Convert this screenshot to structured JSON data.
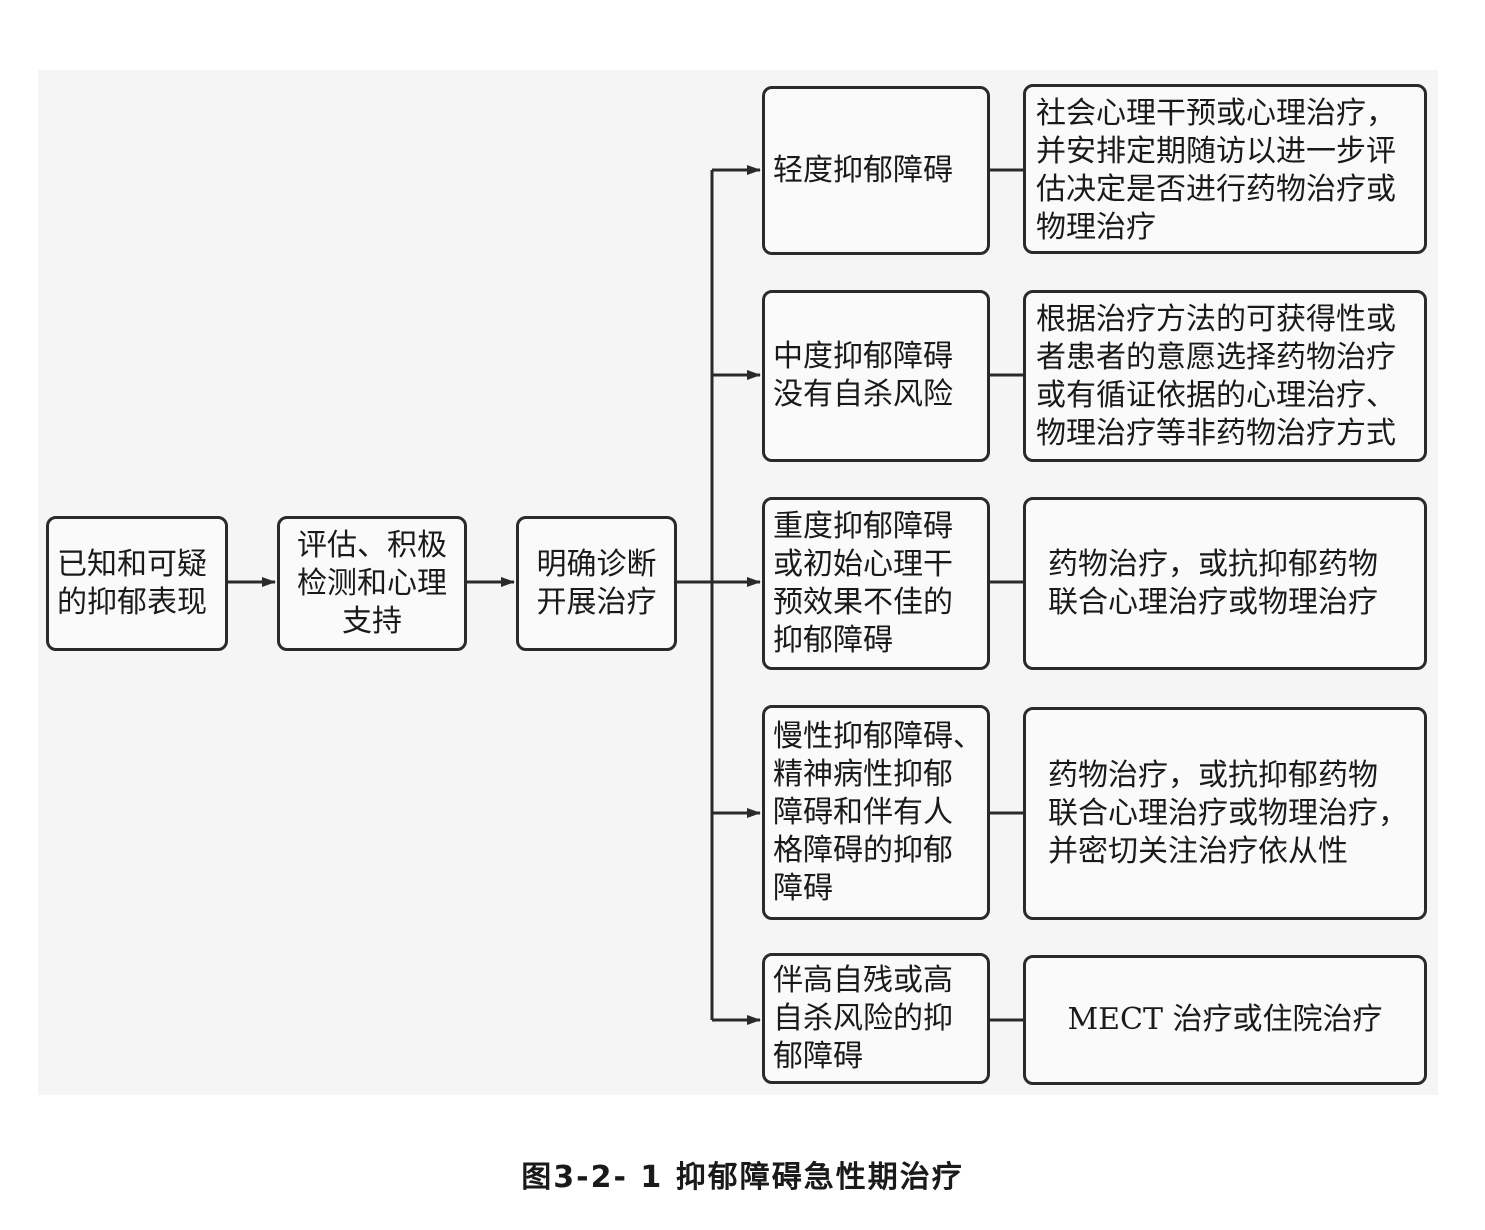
{
  "flow": {
    "start": "已知和可疑\n的抑郁表现",
    "assess": "评估、积极\n检测和心理\n支持",
    "diagnose": "明确诊断\n开展治疗"
  },
  "branches": [
    {
      "condition": "轻度抑郁障碍",
      "treatment": "社会心理干预或心理治疗，\n并安排定期随访以进一步评\n估决定是否进行药物治疗或\n物理治疗"
    },
    {
      "condition": "中度抑郁障碍\n没有自杀风险",
      "treatment": "根据治疗方法的可获得性或\n者患者的意愿选择药物治疗\n或有循证依据的心理治疗、\n物理治疗等非药物治疗方式"
    },
    {
      "condition": "重度抑郁障碍\n或初始心理干\n预效果不佳的\n抑郁障碍",
      "treatment": "药物治疗，或抗抑郁药物\n联合心理治疗或物理治疗"
    },
    {
      "condition": "慢性抑郁障碍、\n精神病性抑郁\n障碍和伴有人\n格障碍的抑郁\n障碍",
      "treatment": "药物治疗，或抗抑郁药物\n联合心理治疗或物理治疗，\n并密切关注治疗依从性"
    },
    {
      "condition": "伴高自残或高\n自杀风险的抑\n郁障碍",
      "treatment": "MECT  治疗或住院治疗"
    }
  ],
  "caption": "图3-2- 1  抑郁障碍急性期治疗"
}
